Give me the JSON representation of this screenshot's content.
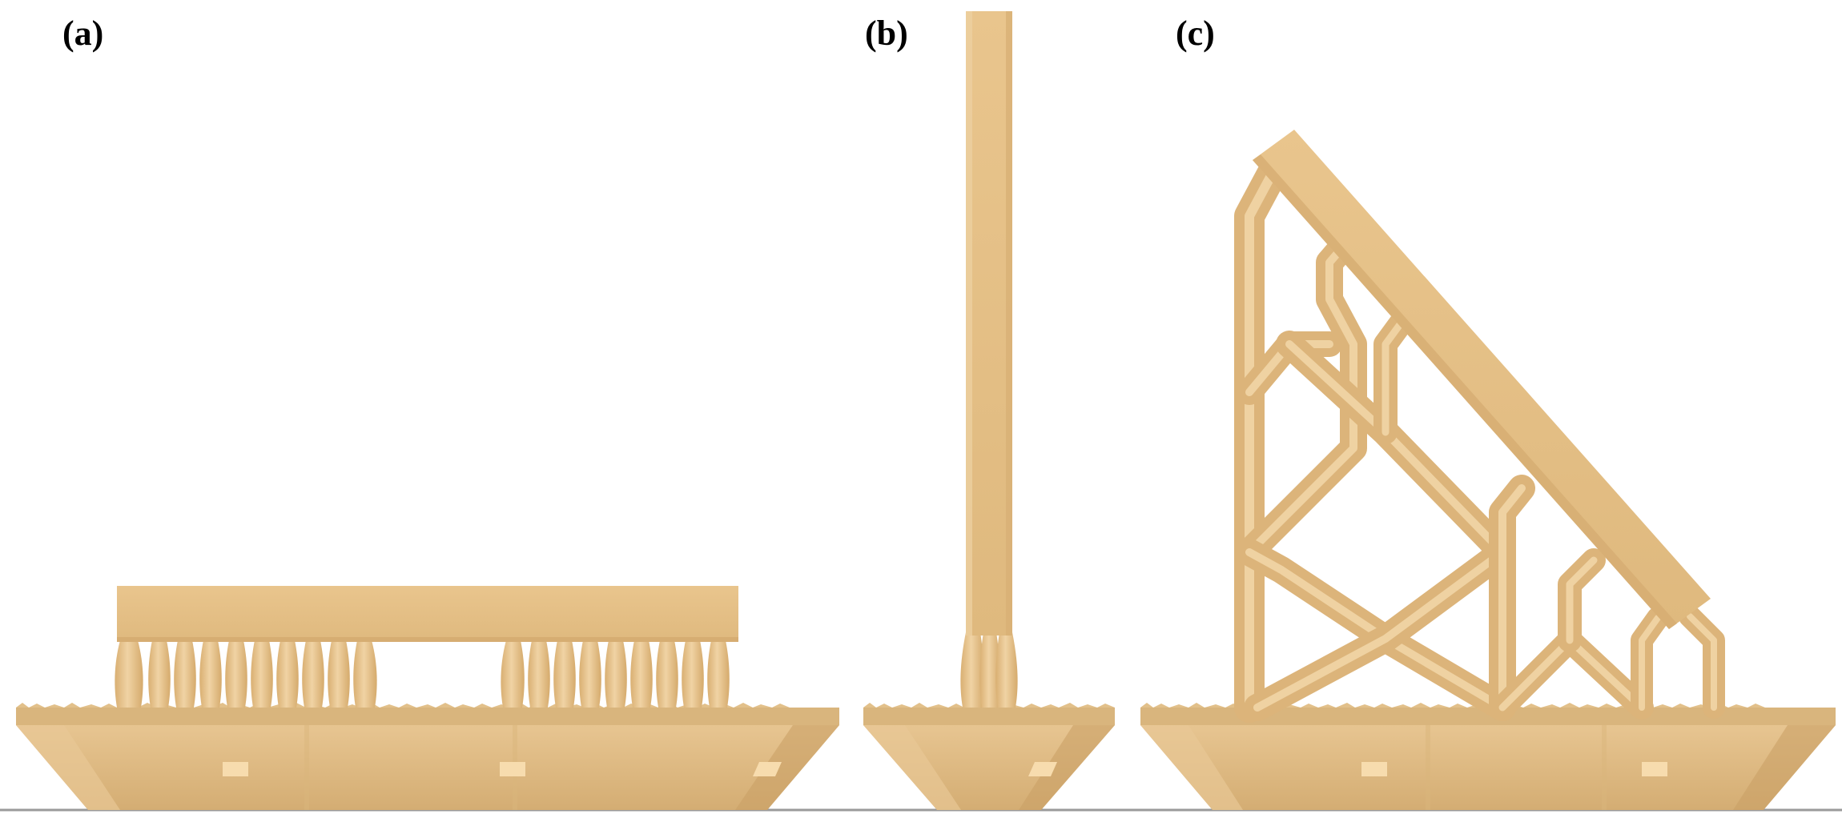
{
  "panels": [
    {
      "id": "a",
      "label": "(a)"
    },
    {
      "id": "b",
      "label": "(b)"
    },
    {
      "id": "c",
      "label": "(c)"
    }
  ],
  "colors": {
    "background": "#ffffff",
    "material": "#e6c187",
    "material_light": "#efd2a3",
    "material_mid": "#deb67c",
    "material_dark": "#cfa266",
    "raft_top": "#d8b47c",
    "raft_side": "#e0bc84",
    "ground_line": "#9a9a9a",
    "hole": "#f7dcae",
    "label": "#000000"
  }
}
